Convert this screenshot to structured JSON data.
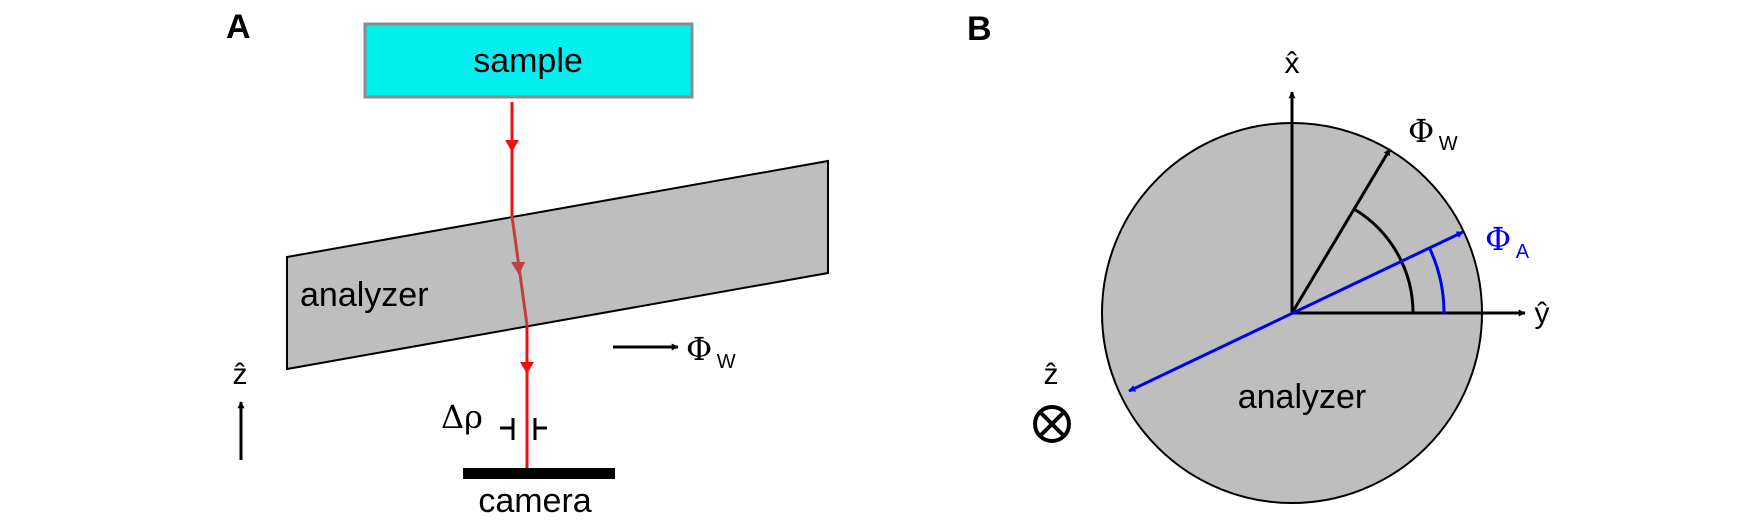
{
  "panels": {
    "a": {
      "letter": "A",
      "sample_label": "sample",
      "analyzer_label": "analyzer",
      "camera_label": "camera",
      "z_axis_label": "ẑ",
      "delta_rho_label": "Δρ",
      "phi_w_symbol": "Φ",
      "phi_w_subscript": "W"
    },
    "b": {
      "letter": "B",
      "x_axis_label": "x̂",
      "y_axis_label": "ŷ",
      "z_axis_label": "ẑ",
      "analyzer_label": "analyzer",
      "phi_w_symbol": "Φ",
      "phi_w_subscript": "W",
      "phi_a_symbol": "Φ",
      "phi_a_subscript": "A"
    }
  },
  "colors": {
    "sample_fill": "#00f0f0",
    "sample_border": "#8c8c8c",
    "analyzer_fill": "#bebebe",
    "beam": "#ee1111",
    "beam_inside": "#c04040",
    "phi_a": "#0000ee",
    "ink": "#000000"
  }
}
